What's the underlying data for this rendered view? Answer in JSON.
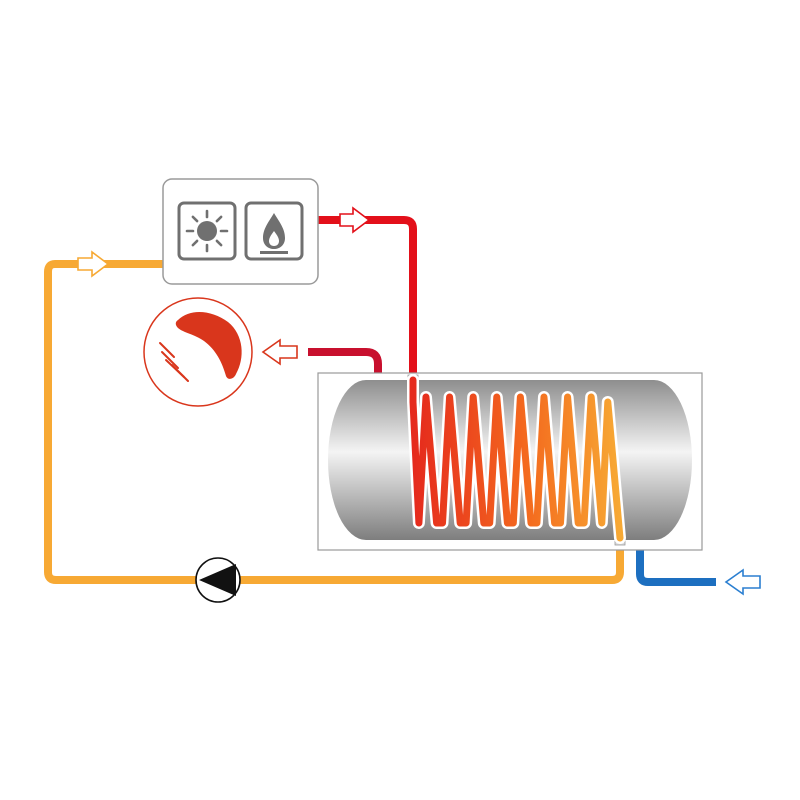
{
  "diagram": {
    "colors": {
      "hot_supply": "#e3101a",
      "hot_water_out": "#c8102e",
      "return_loop": "#f7a934",
      "cold_inlet": "#1d6fc0",
      "cold_arrow": "#2b7fd1",
      "shower": "#d9361c",
      "icon_gray": "#707070",
      "box_border": "#9a9a9a",
      "pump_black": "#111111"
    },
    "icons": {
      "heat_source_box": "heat-source-controller",
      "solar": "sun-icon",
      "boiler": "gas-flame-icon",
      "shower": "shower-head-icon",
      "pump": "circulation-pump-icon",
      "tank": "horizontal-storage-tank",
      "coil": "heat-exchanger-coil"
    },
    "flows": [
      {
        "id": "supply-flow",
        "direction": "right"
      },
      {
        "id": "return-flow",
        "direction": "right"
      },
      {
        "id": "hot-water-outflow",
        "direction": "left"
      },
      {
        "id": "cold-water-inflow",
        "direction": "left"
      }
    ]
  }
}
